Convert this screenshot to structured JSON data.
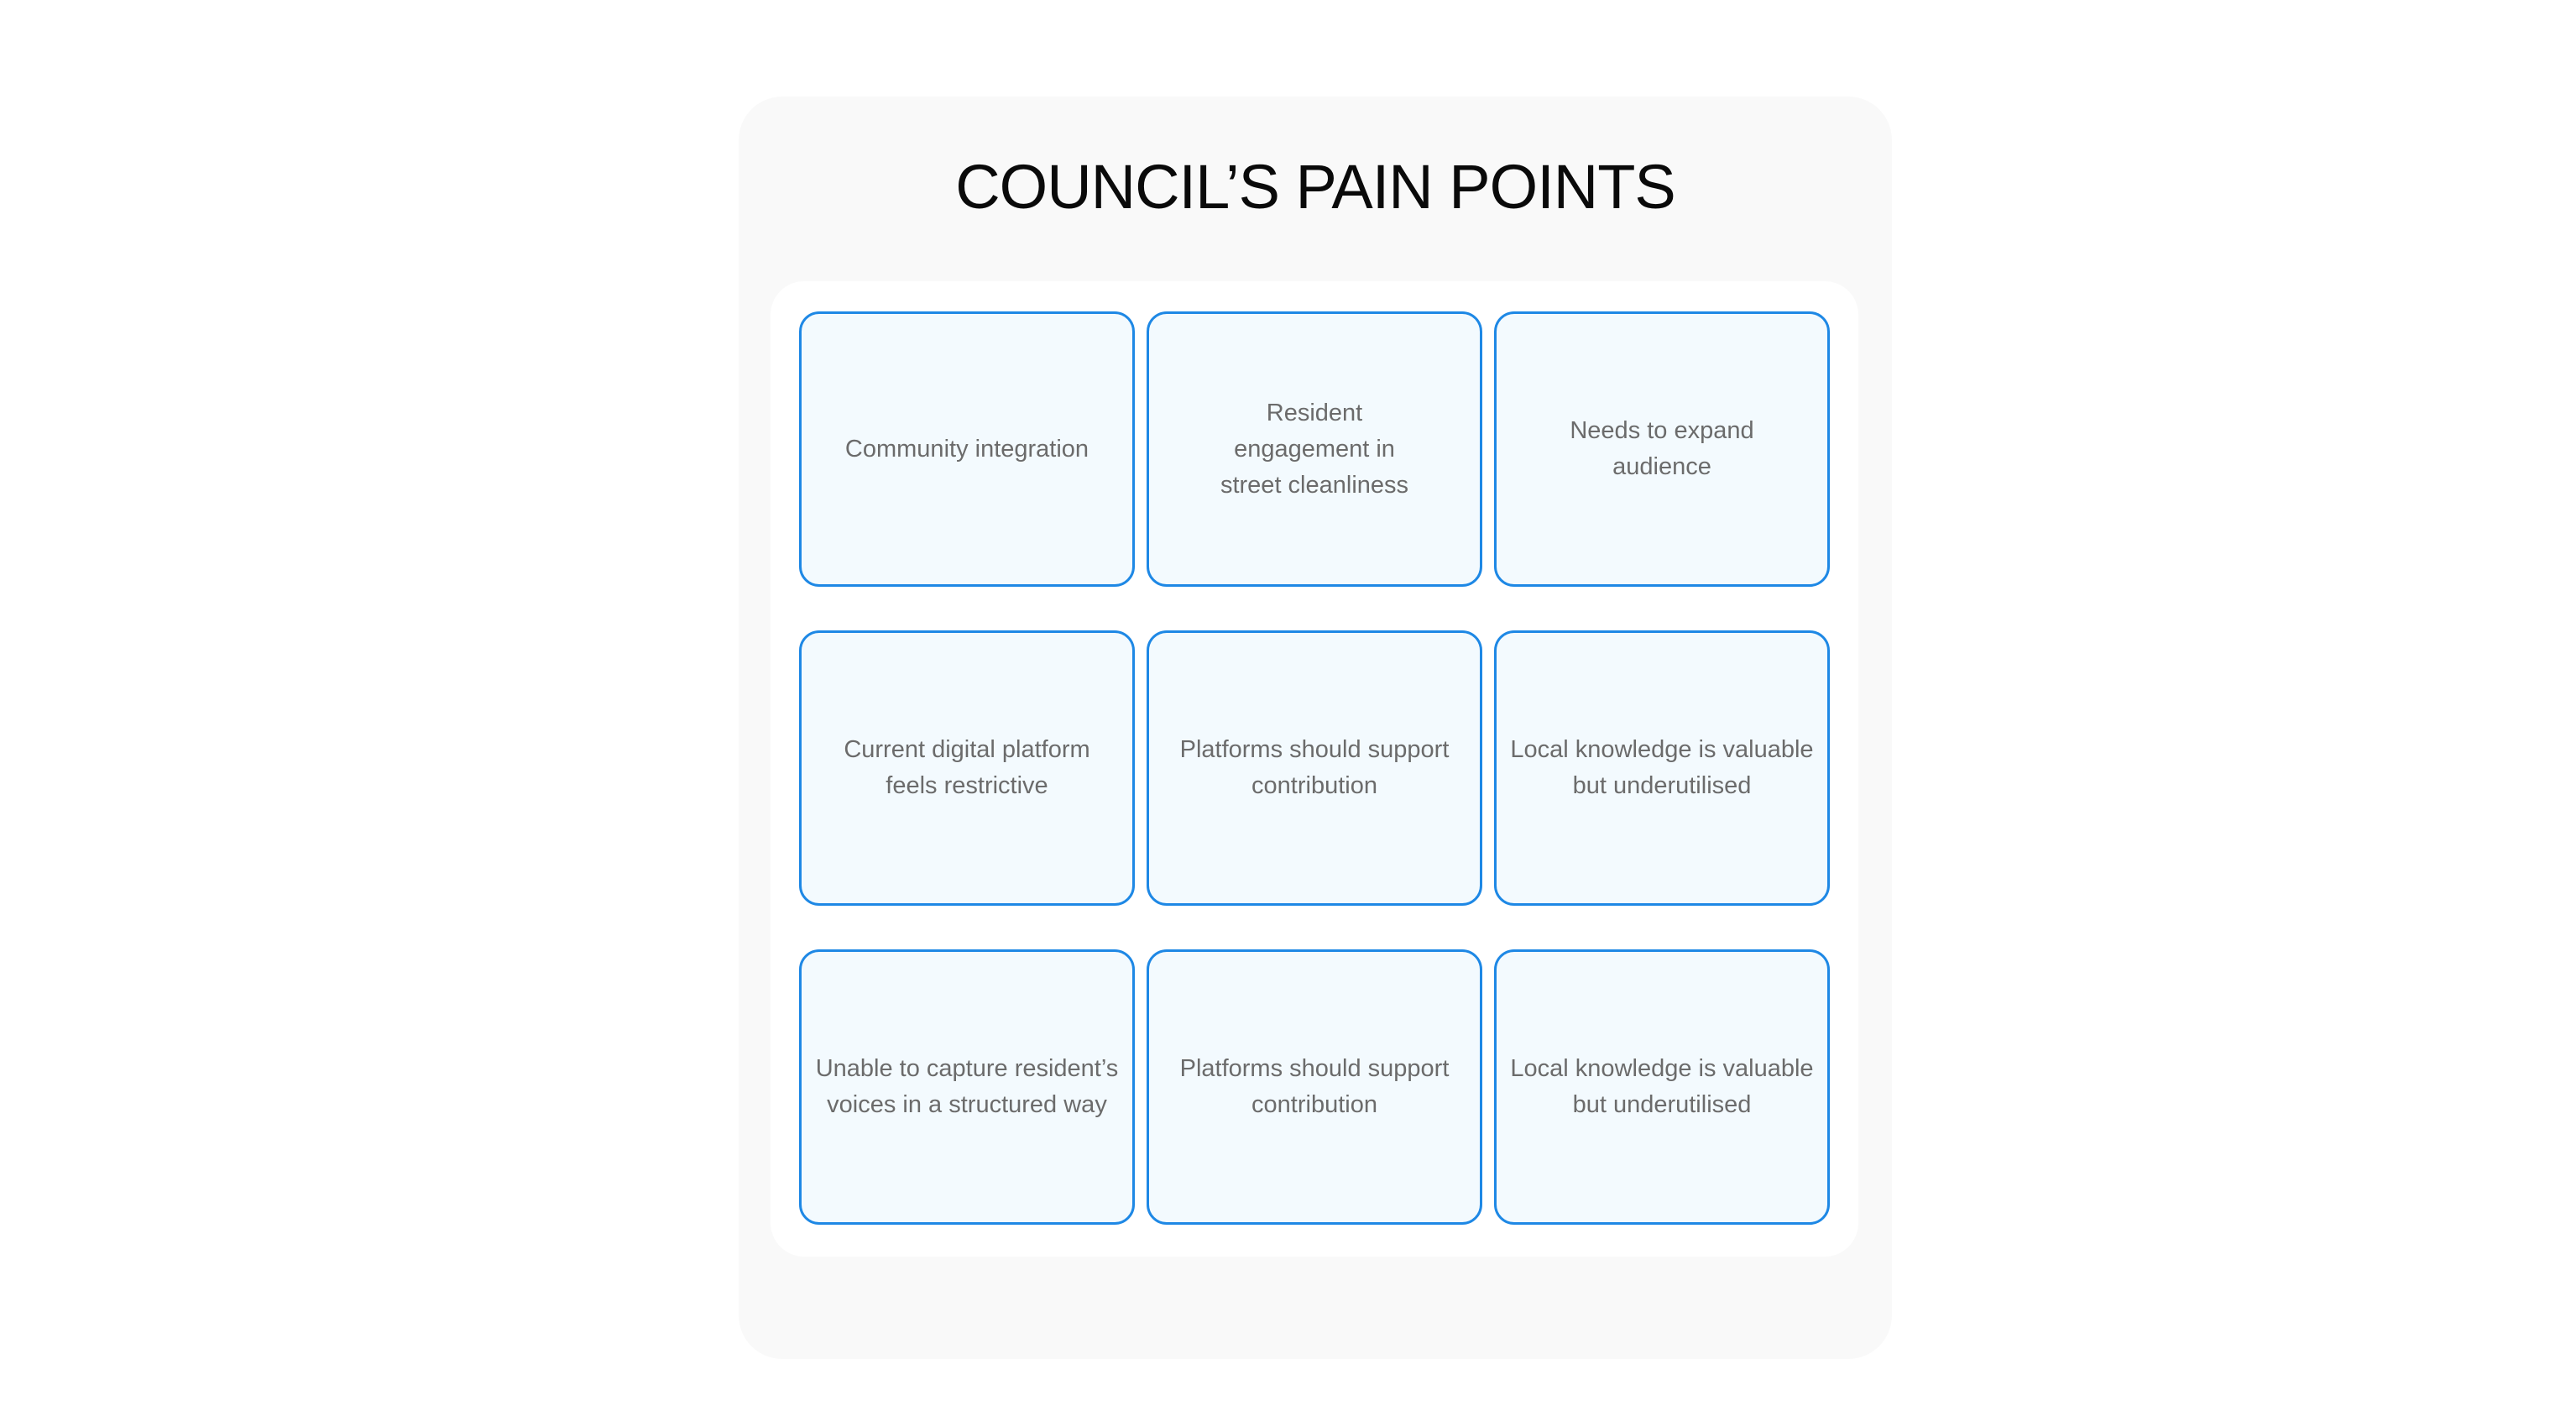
{
  "title": "COUNCIL’S PAIN POINTS",
  "colors": {
    "card_border": "#1e88e5",
    "card_fill": "#f3fafe",
    "card_text": "#6b6b6b",
    "panel_bg": "#f9f9f9",
    "title": "#0a0a0a"
  },
  "cards": [
    {
      "text": "Community integration"
    },
    {
      "text": "Resident engagement in street cleanliness"
    },
    {
      "text": "Needs to expand audience"
    },
    {
      "text": "Current digital platform feels restrictive"
    },
    {
      "text": "Platforms should support contribution"
    },
    {
      "text": "Local knowledge is valuable but underutilised"
    },
    {
      "text": "Unable to capture resident’s voices in a structured way"
    },
    {
      "text": "Platforms should support contribution"
    },
    {
      "text": "Local knowledge is valuable but underutilised"
    }
  ]
}
